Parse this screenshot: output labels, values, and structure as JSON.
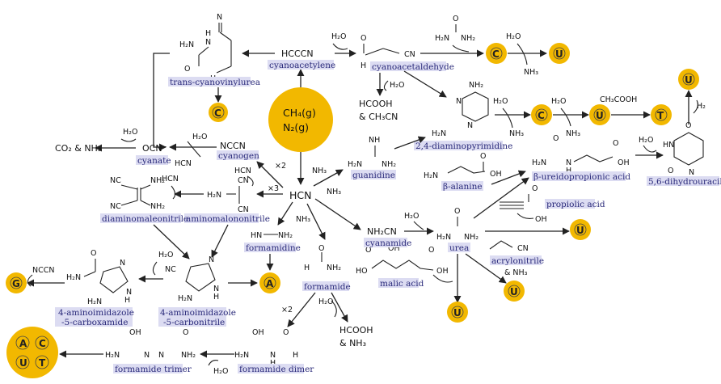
{
  "center": {
    "source_line1": "CH₄(g)",
    "source_line2": "N₂(g)",
    "hcn": "HCN"
  },
  "nodes": {
    "cyanoacetylene_formula": "HCCCN",
    "cyanoacetylene": "cyanoacetylene",
    "cyanoacetaldehyde": "cyanoacetaldehyde",
    "trans_cyanovinylurea": "trans-cyanovinylurea",
    "cyanate_formula": "OCN⁻",
    "cyanate": "cyanate",
    "cyanogen_formula": "NCCN",
    "cyanogen": "cyanogen",
    "co2_nh3": "CO₂ & NH₃",
    "hcooh_ch3cn": "HCOOH",
    "ch3cn": "& CH₃CN",
    "diaminomaleonitrile": "diaminomaleonitrile",
    "aminomalononitrile": "aminomalononitrile",
    "guanidine": "guanidine",
    "diaminopyrimidine": "2,4-diaminopyrimidine",
    "beta_alanine": "β-alanine",
    "ureidopropionic": "β-ureidopropionic acid",
    "dihydrouracil": "5,6-dihydrouracil",
    "propiolic": "propiolic acid",
    "formamidine": "formamidine",
    "cyanamide_formula": "NH₂CN",
    "cyanamide": "cyanamide",
    "urea": "urea",
    "acrylonitrile": "acrylonitrile",
    "acrylonitrile_nh3": "& NH₃",
    "formamide": "formamide",
    "malic": "malic acid",
    "formamide_hcooh": "HCOOH",
    "formamide_nh3": "& NH₃",
    "aic": "4-aminoimidazole",
    "aic2": "-5-carboxamide",
    "aicn": "4-aminoimidazole",
    "aicn2": "-5-carbonitrile",
    "formamide_trimer": "formamide trimer",
    "formamide_dimer": "formamide dimer",
    "ncccn": "NCCN",
    "ch3cooh": "CH₃COOH"
  },
  "reagents": {
    "h2o": "H₂O",
    "nh3": "NH₃",
    "hcn": "HCN",
    "x2": "×2",
    "x3": "×3",
    "h2": "H₂",
    "nh2": "NH₂",
    "oh": "OH"
  },
  "bases": {
    "C": "C",
    "U": "U",
    "T": "T",
    "A": "A",
    "G": "G"
  },
  "colors": {
    "node_fill": "#f2b800",
    "label_bg": "#dcdcf2",
    "label_text": "#2a2a7a"
  }
}
